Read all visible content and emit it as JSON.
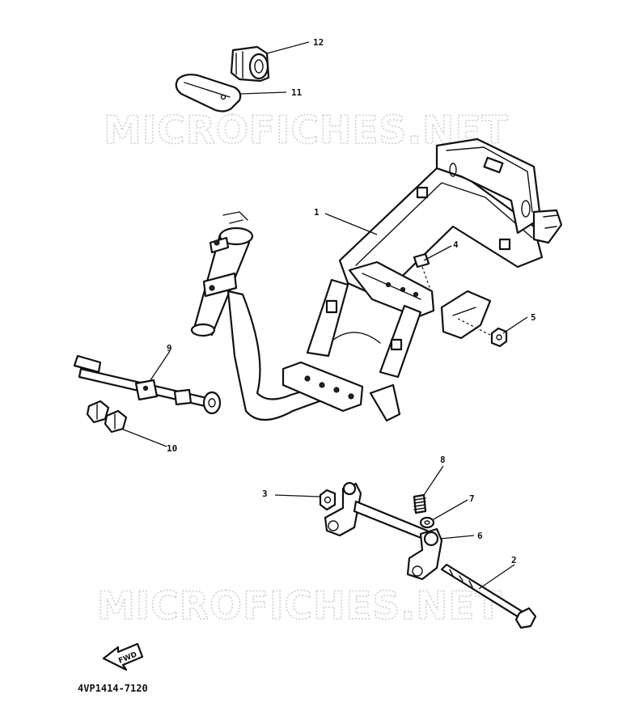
{
  "watermarks": [
    "MICROFICHES.NET",
    "MICROFICHES.NET"
  ],
  "callouts": {
    "c1": "1",
    "c2": "2",
    "c3": "3",
    "c4": "4",
    "c5": "5",
    "c6": "6",
    "c7": "7",
    "c8": "8",
    "c9": "9",
    "c10": "10",
    "c11": "11",
    "c12": "12"
  },
  "direction_arrow": {
    "label": "FWD"
  },
  "diagram_code": "4VP1414-7120"
}
